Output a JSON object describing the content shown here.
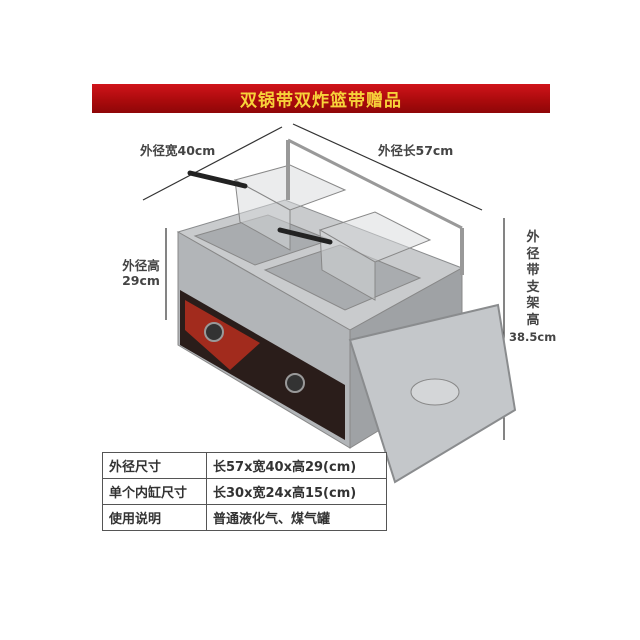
{
  "banner": {
    "title": "双锅带双炸篮带赠品"
  },
  "dimensions": {
    "width_label": "外径宽40cm",
    "length_label": "外径长57cm",
    "height_label_line1": "外径高",
    "height_label_line2": "29cm",
    "stand_height_chars": [
      "外",
      "径",
      "带",
      "支",
      "架",
      "高"
    ],
    "stand_height_value": "38.5cm"
  },
  "specs": [
    {
      "key": "外径尺寸",
      "value": "长57x宽40x高29(cm)"
    },
    {
      "key": "单个内缸尺寸",
      "value": "长30x宽24x高15(cm)"
    },
    {
      "key": "使用说明",
      "value": "普通液化气、煤气罐"
    }
  ],
  "colors": {
    "banner": "#b00c10",
    "banner_text": "#f7d23a",
    "steel": "#b9bcbf"
  }
}
